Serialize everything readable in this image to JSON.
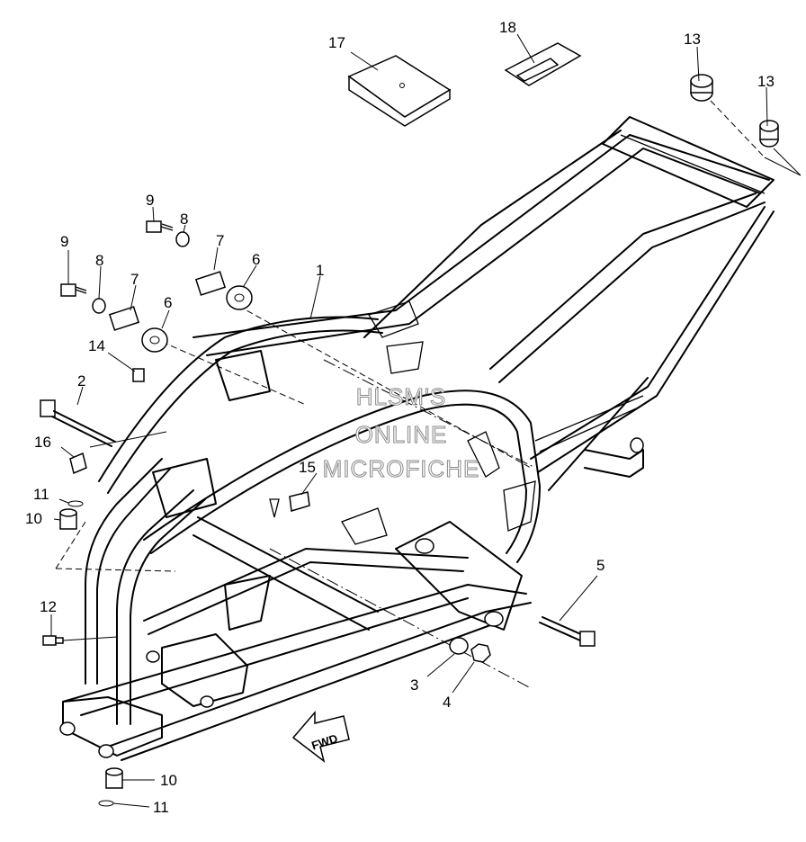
{
  "diagram": {
    "callouts": {
      "c1": "1",
      "c2": "2",
      "c3": "3",
      "c4": "4",
      "c5": "5",
      "c6a": "6",
      "c6b": "6",
      "c7a": "7",
      "c7b": "7",
      "c8a": "8",
      "c8b": "8",
      "c9a": "9",
      "c9b": "9",
      "c10a": "10",
      "c10b": "10",
      "c11a": "11",
      "c11b": "11",
      "c12": "12",
      "c13a": "13",
      "c13b": "13",
      "c14": "14",
      "c15": "15",
      "c16": "16",
      "c17": "17",
      "c18": "18"
    },
    "watermark": {
      "line1": "HLSM'S",
      "line2": "ONLINE",
      "line3": "MICROFICHE"
    },
    "direction_label": "FWD"
  }
}
